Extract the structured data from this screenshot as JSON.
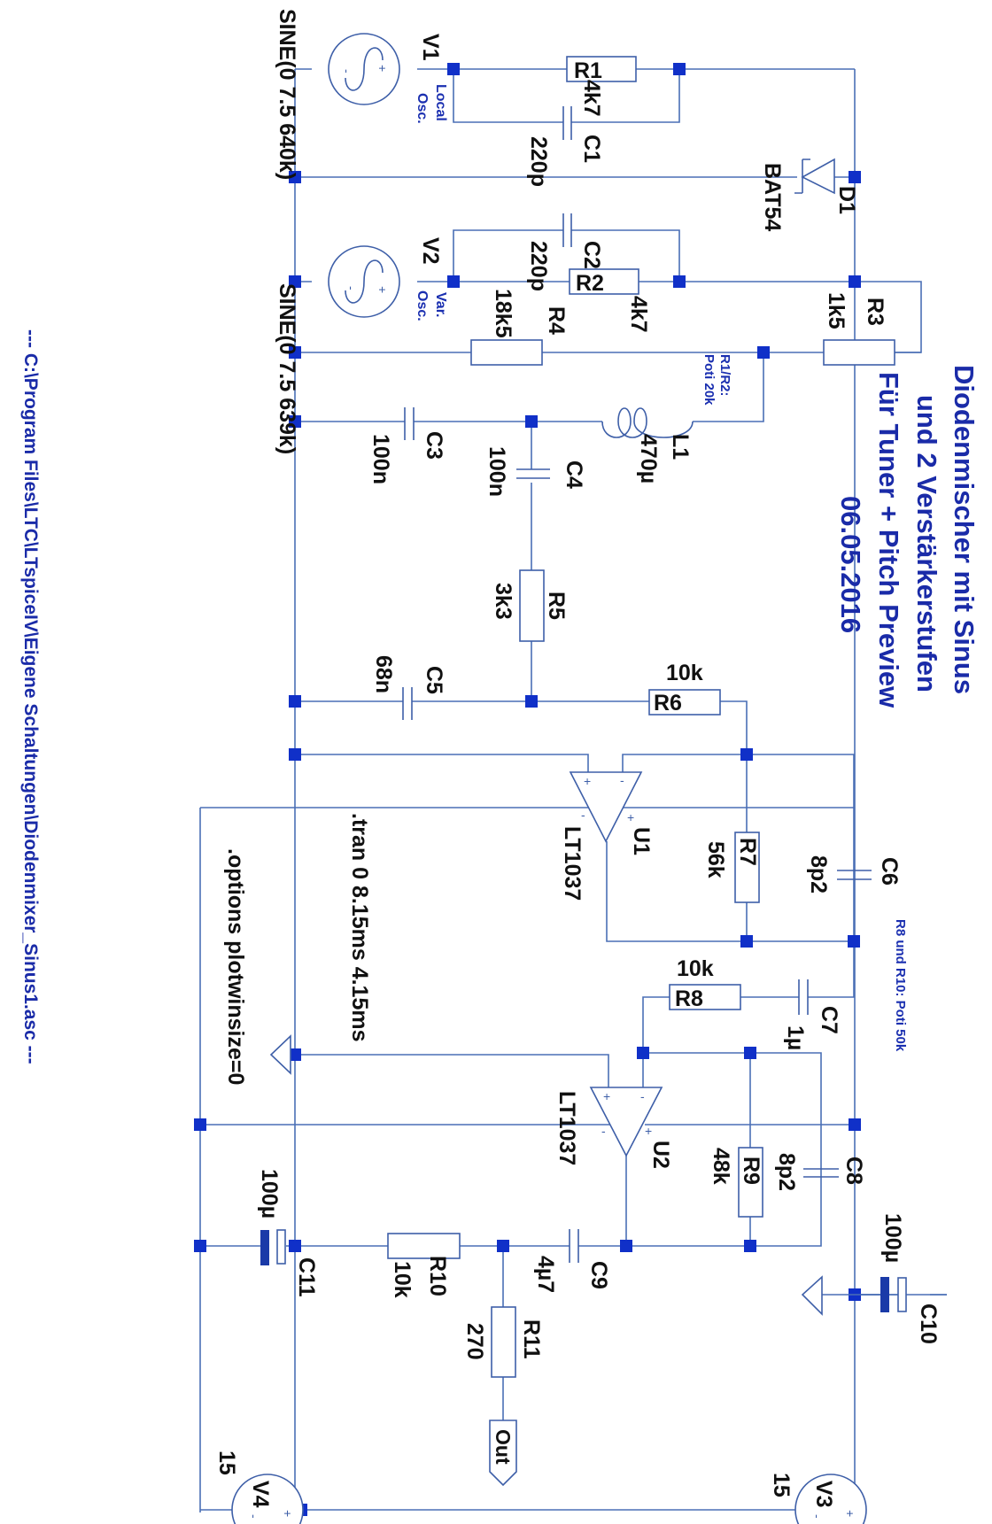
{
  "title": {
    "lines": [
      "Diodenmischer mit Sinus",
      "und 2 Verstärkerstufen",
      "Für Tuner + Pitch Preview",
      "06.05.2016"
    ]
  },
  "file_path": "---   C:\\Program Files\\LTC\\LTspiceIV\\Eigene Schaltungen\\Diodenmixer_Sinus1.asc   ---",
  "directives": {
    "tran": ".tran 0 8.15ms 4.15ms",
    "options": ".options plotwinsize=0"
  },
  "notes": {
    "pot_r1_r2_line1": "R1/R2:",
    "pot_r1_r2_line2": "Poti 20k",
    "pot_r8_r10": "R8 und R10: Poti 50k"
  },
  "sources": {
    "V1": {
      "name": "V1",
      "value": "SINE(0 7.5 640k)",
      "note_line1": "Local",
      "note_line2": "Osc."
    },
    "V2": {
      "name": "V2",
      "value": "SINE(0 7.5 639k)",
      "note_line1": "Var.",
      "note_line2": "Osc."
    },
    "V3": {
      "name": "V3",
      "value": "15"
    },
    "V4": {
      "name": "V4",
      "value": "15"
    }
  },
  "resistors": {
    "R1": {
      "name": "R1",
      "value": "4k7"
    },
    "R2": {
      "name": "R2",
      "value": "4k7"
    },
    "R3": {
      "name": "R3",
      "value": "1k5"
    },
    "R4": {
      "name": "R4",
      "value": "18k5"
    },
    "R5": {
      "name": "R5",
      "value": "3k3"
    },
    "R6": {
      "name": "R6",
      "value": "10k"
    },
    "R7": {
      "name": "R7",
      "value": "56k"
    },
    "R8": {
      "name": "R8",
      "value": "10k"
    },
    "R9": {
      "name": "R9",
      "value": "48k"
    },
    "R10": {
      "name": "R10",
      "value": "10k"
    },
    "R11": {
      "name": "R11",
      "value": "270"
    }
  },
  "capacitors": {
    "C1": {
      "name": "C1",
      "value": "220p"
    },
    "C2": {
      "name": "C2",
      "value": "220p"
    },
    "C3": {
      "name": "C3",
      "value": "100n"
    },
    "C4": {
      "name": "C4",
      "value": "100n"
    },
    "C5": {
      "name": "C5",
      "value": "68n"
    },
    "C6": {
      "name": "C6",
      "value": "8p2"
    },
    "C7": {
      "name": "C7",
      "value": "1µ"
    },
    "C8": {
      "name": "C8",
      "value": "8p2"
    },
    "C9": {
      "name": "C9",
      "value": "4µ7"
    },
    "C10": {
      "name": "C10",
      "value": "100µ"
    },
    "C11": {
      "name": "C11",
      "value": "100µ"
    }
  },
  "inductors": {
    "L1": {
      "name": "L1",
      "value": "470µ"
    }
  },
  "diodes": {
    "D1": {
      "name": "D1",
      "value": "BAT54"
    }
  },
  "opamps": {
    "U1": {
      "name": "U1",
      "value": "LT1037"
    },
    "U2": {
      "name": "U2",
      "value": "LT1037"
    }
  },
  "ports": {
    "out": "Out"
  },
  "pin_marks": {
    "plus": "+",
    "minus": "-"
  }
}
